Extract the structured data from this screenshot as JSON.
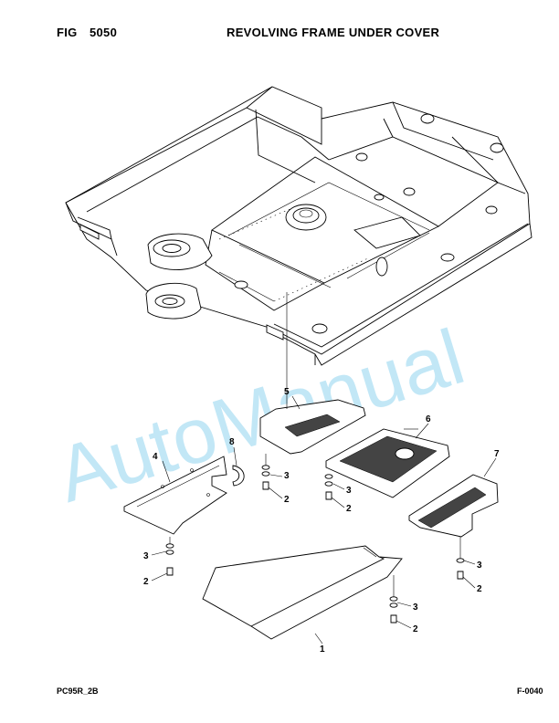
{
  "header": {
    "fig_label": "FIG",
    "fig_number": "5050",
    "title": "REVOLVING FRAME UNDER COVER"
  },
  "footer": {
    "model": "PC95R_2B",
    "page_code": "F-0040"
  },
  "watermark": "AutoManual",
  "callouts": {
    "c1": "1",
    "c2a": "2",
    "c2b": "2",
    "c2c": "2",
    "c2d": "2",
    "c3a": "3",
    "c3b": "3",
    "c3c": "3",
    "c3d": "3",
    "c4": "4",
    "c5": "5",
    "c6": "6",
    "c7": "7",
    "c8": "8"
  },
  "colors": {
    "watermark": "#8fd3ef",
    "line": "#000000"
  }
}
